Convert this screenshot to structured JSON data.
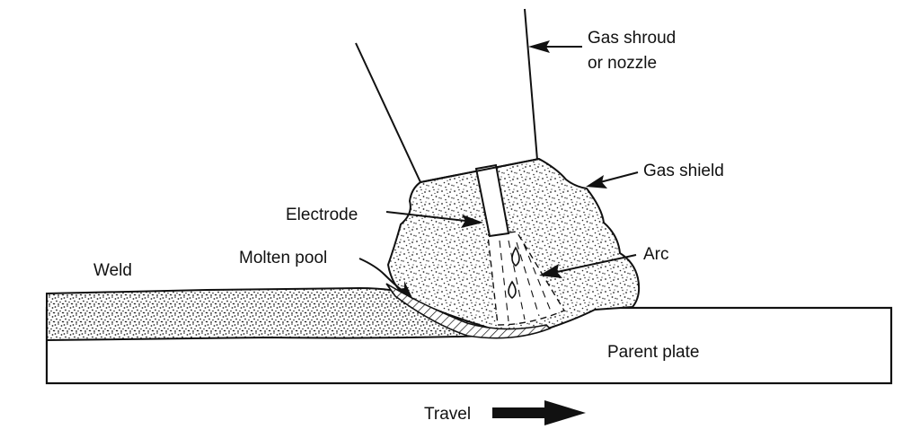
{
  "labels": {
    "gas_shroud_line1": "Gas shroud",
    "gas_shroud_line2": "or nozzle",
    "gas_shield": "Gas shield",
    "electrode": "Electrode",
    "arc": "Arc",
    "molten_pool": "Molten pool",
    "weld": "Weld",
    "parent_plate": "Parent plate",
    "travel": "Travel"
  },
  "colors": {
    "ink": "#111111",
    "paper": "#ffffff"
  }
}
